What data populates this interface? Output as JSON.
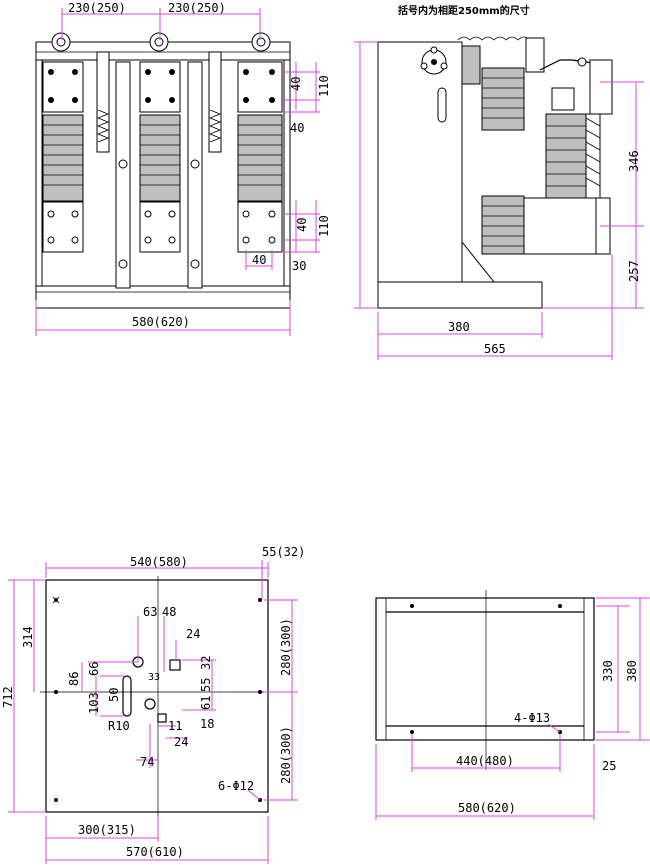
{
  "note": "括号内为相距250mm的尺寸",
  "front_view": {
    "top_left": "230(250)",
    "top_right": "230(250)",
    "d40_top": "40",
    "d110_top": "110",
    "d40_mid": "40",
    "d40_low": "40",
    "d110_low": "110",
    "d40_bottom": "40",
    "d30": "30",
    "width": "580(620)"
  },
  "side_view": {
    "h346": "346",
    "h257": "257",
    "w380": "380",
    "w565": "565"
  },
  "bottom_plan": {
    "top_width": "540(580)",
    "corner": "55(32)",
    "d63": "63",
    "d48": "48",
    "d24a": "24",
    "d33": "33",
    "d86": "86",
    "d66": "66",
    "d50": "50",
    "d103": "103",
    "r10": "R10",
    "d11": "11",
    "d18": "18",
    "d24b": "24",
    "d74": "74",
    "d32": "32",
    "d55": "55",
    "d61": "61",
    "h314": "314",
    "h712": "712",
    "h280a": "280(300)",
    "h280b": "280(300)",
    "holes": "6-Φ12",
    "w300": "300(315)",
    "w570": "570(610)"
  },
  "base_view": {
    "holes": "4-Φ13",
    "h330": "330",
    "h380": "380",
    "w440": "440(480)",
    "d25": "25",
    "w580": "580(620)"
  }
}
